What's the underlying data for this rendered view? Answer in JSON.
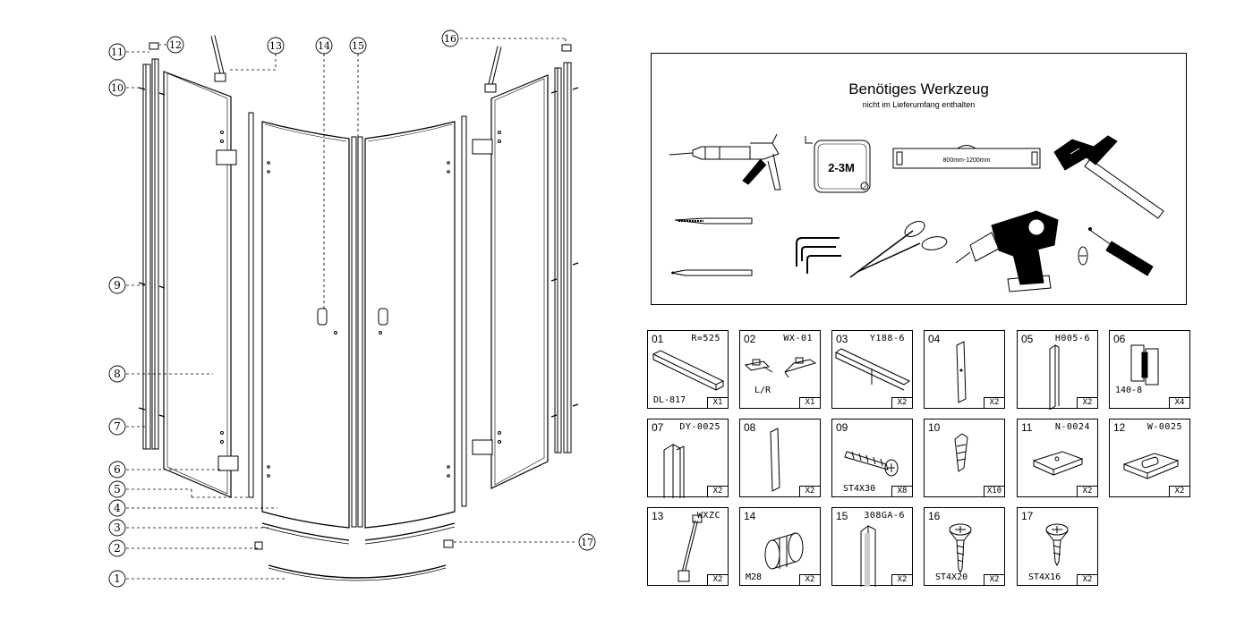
{
  "tools": {
    "title": "Benötiges Werkzeug",
    "subtitle": "nicht im Lieferumfang enthalten",
    "tape_label": "2-3M",
    "level_label": "800mm-1200mm",
    "icons": [
      "caulking-gun-icon",
      "tape-measure-icon",
      "spirit-level-icon",
      "hammer-icon",
      "drill-bit-icon",
      "pencil-icon",
      "allen-keys-icon",
      "scissors-icon",
      "cordless-drill-icon",
      "screwdriver-icon"
    ]
  },
  "callouts": [
    "1",
    "2",
    "3",
    "4",
    "5",
    "6",
    "7",
    "8",
    "9",
    "10",
    "11",
    "12",
    "13",
    "14",
    "15",
    "16",
    "17"
  ],
  "parts": [
    {
      "num": "01",
      "code": "R=525",
      "sub": "DL-817",
      "qty": "X1"
    },
    {
      "num": "02",
      "code": "WX-01",
      "sub": "L/R",
      "qty": "X1"
    },
    {
      "num": "03",
      "code": "Y188-6",
      "sub": "",
      "qty": "X2"
    },
    {
      "num": "04",
      "code": "",
      "sub": "",
      "qty": "X2"
    },
    {
      "num": "05",
      "code": "H005-6",
      "sub": "",
      "qty": "X2"
    },
    {
      "num": "06",
      "code": "",
      "sub": "140-8",
      "qty": "X4"
    },
    {
      "num": "07",
      "code": "DY-0025",
      "sub": "",
      "qty": "X2"
    },
    {
      "num": "08",
      "code": "",
      "sub": "",
      "qty": "X2"
    },
    {
      "num": "09",
      "code": "",
      "sub": "ST4X30",
      "qty": "X8"
    },
    {
      "num": "10",
      "code": "",
      "sub": "",
      "qty": "X10"
    },
    {
      "num": "11",
      "code": "N-0024",
      "sub": "",
      "qty": "X2"
    },
    {
      "num": "12",
      "code": "W-0025",
      "sub": "",
      "qty": "X2"
    },
    {
      "num": "13",
      "code": "WXZC",
      "sub": "",
      "qty": "X2"
    },
    {
      "num": "14",
      "code": "",
      "sub": "M28",
      "qty": "X2"
    },
    {
      "num": "15",
      "code": "308GA-6",
      "sub": "",
      "qty": "X2"
    },
    {
      "num": "16",
      "code": "",
      "sub": "ST4X20",
      "qty": "X2"
    },
    {
      "num": "17",
      "code": "",
      "sub": "ST4X16",
      "qty": "X2"
    }
  ]
}
